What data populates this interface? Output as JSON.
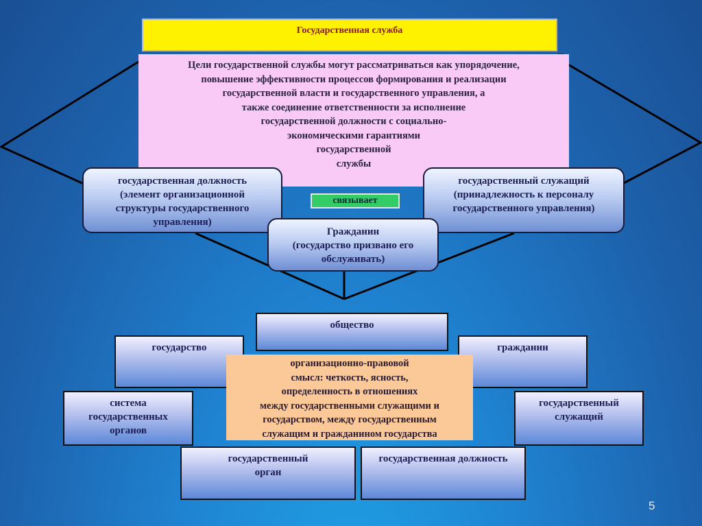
{
  "title": "Государственная служба",
  "goals": "Цели государственной службы могут рассматриваться как упорядочение,\nповышение эффективности процессов формирования и реализации\nгосударственной власти и государственного управления, а\nтакже соединение ответственности за исполнение\nгосударственной должности с социально-\nэкономическими гарантиями\nгосударственной\nслужбы",
  "connects": "связывает",
  "left_box": "государственная должность\n(элемент организационной\nструктуры государственного\nуправления)",
  "right_box": "государственный служащий\n(принадлежность к персоналу\nгосударственного управления)",
  "center_box": "Гражданин\n(государство призвано его\nобслуживать)",
  "bottom": {
    "society": "общество",
    "state": "государство",
    "citizen": "гражданин",
    "system": "система\nгосударственных\nорганов",
    "servant": "государственный\nслужащий",
    "organ": "государственный\nорган",
    "position": "государственная должность"
  },
  "org_meaning": "организационно-правовой\nсмысл: четкость, ясность,\nопределенность в отношениях\nмежду государственными служащими и\nгосударством, между государственным\nслужащим и гражданином государства",
  "page_number": "5"
}
